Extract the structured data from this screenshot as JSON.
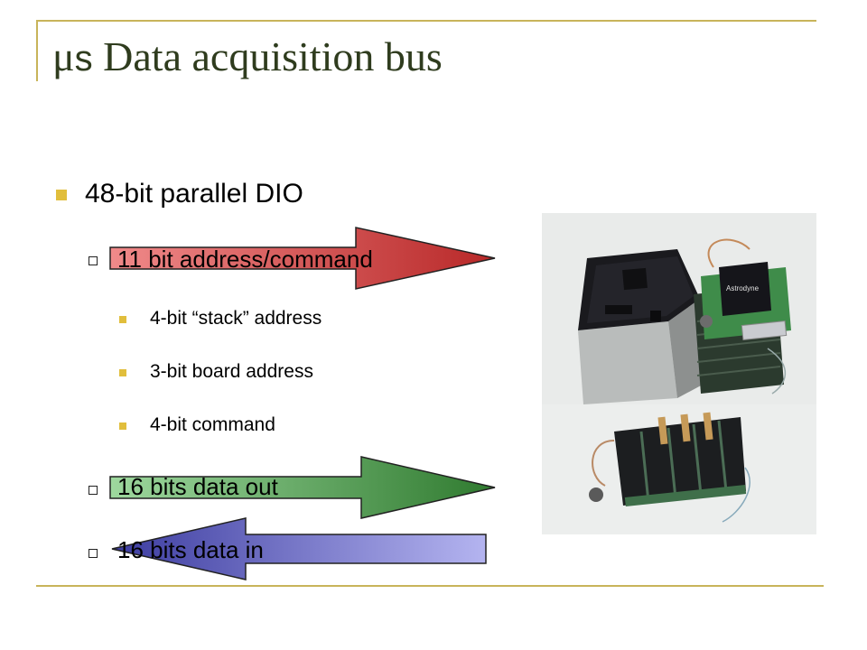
{
  "slide": {
    "title_mu": "μ",
    "title_s": "s",
    "title_rest": " Data acquisition bus",
    "bullet": "48-bit parallel DIO",
    "subitems": [
      {
        "label": "11 bit address/command",
        "arrow_color": "#c83c3c"
      },
      {
        "label": "16 bits data out",
        "arrow_color": "#3c8a3c"
      },
      {
        "label": "16 bits data in",
        "arrow_color": "#6464d2"
      }
    ],
    "details": [
      "4-bit “stack” address",
      "3-bit board address",
      "4-bit command"
    ],
    "photo_label": "Astrodyne",
    "accent_color": "#c8b45a",
    "bullet_color": "#e1be3c"
  }
}
